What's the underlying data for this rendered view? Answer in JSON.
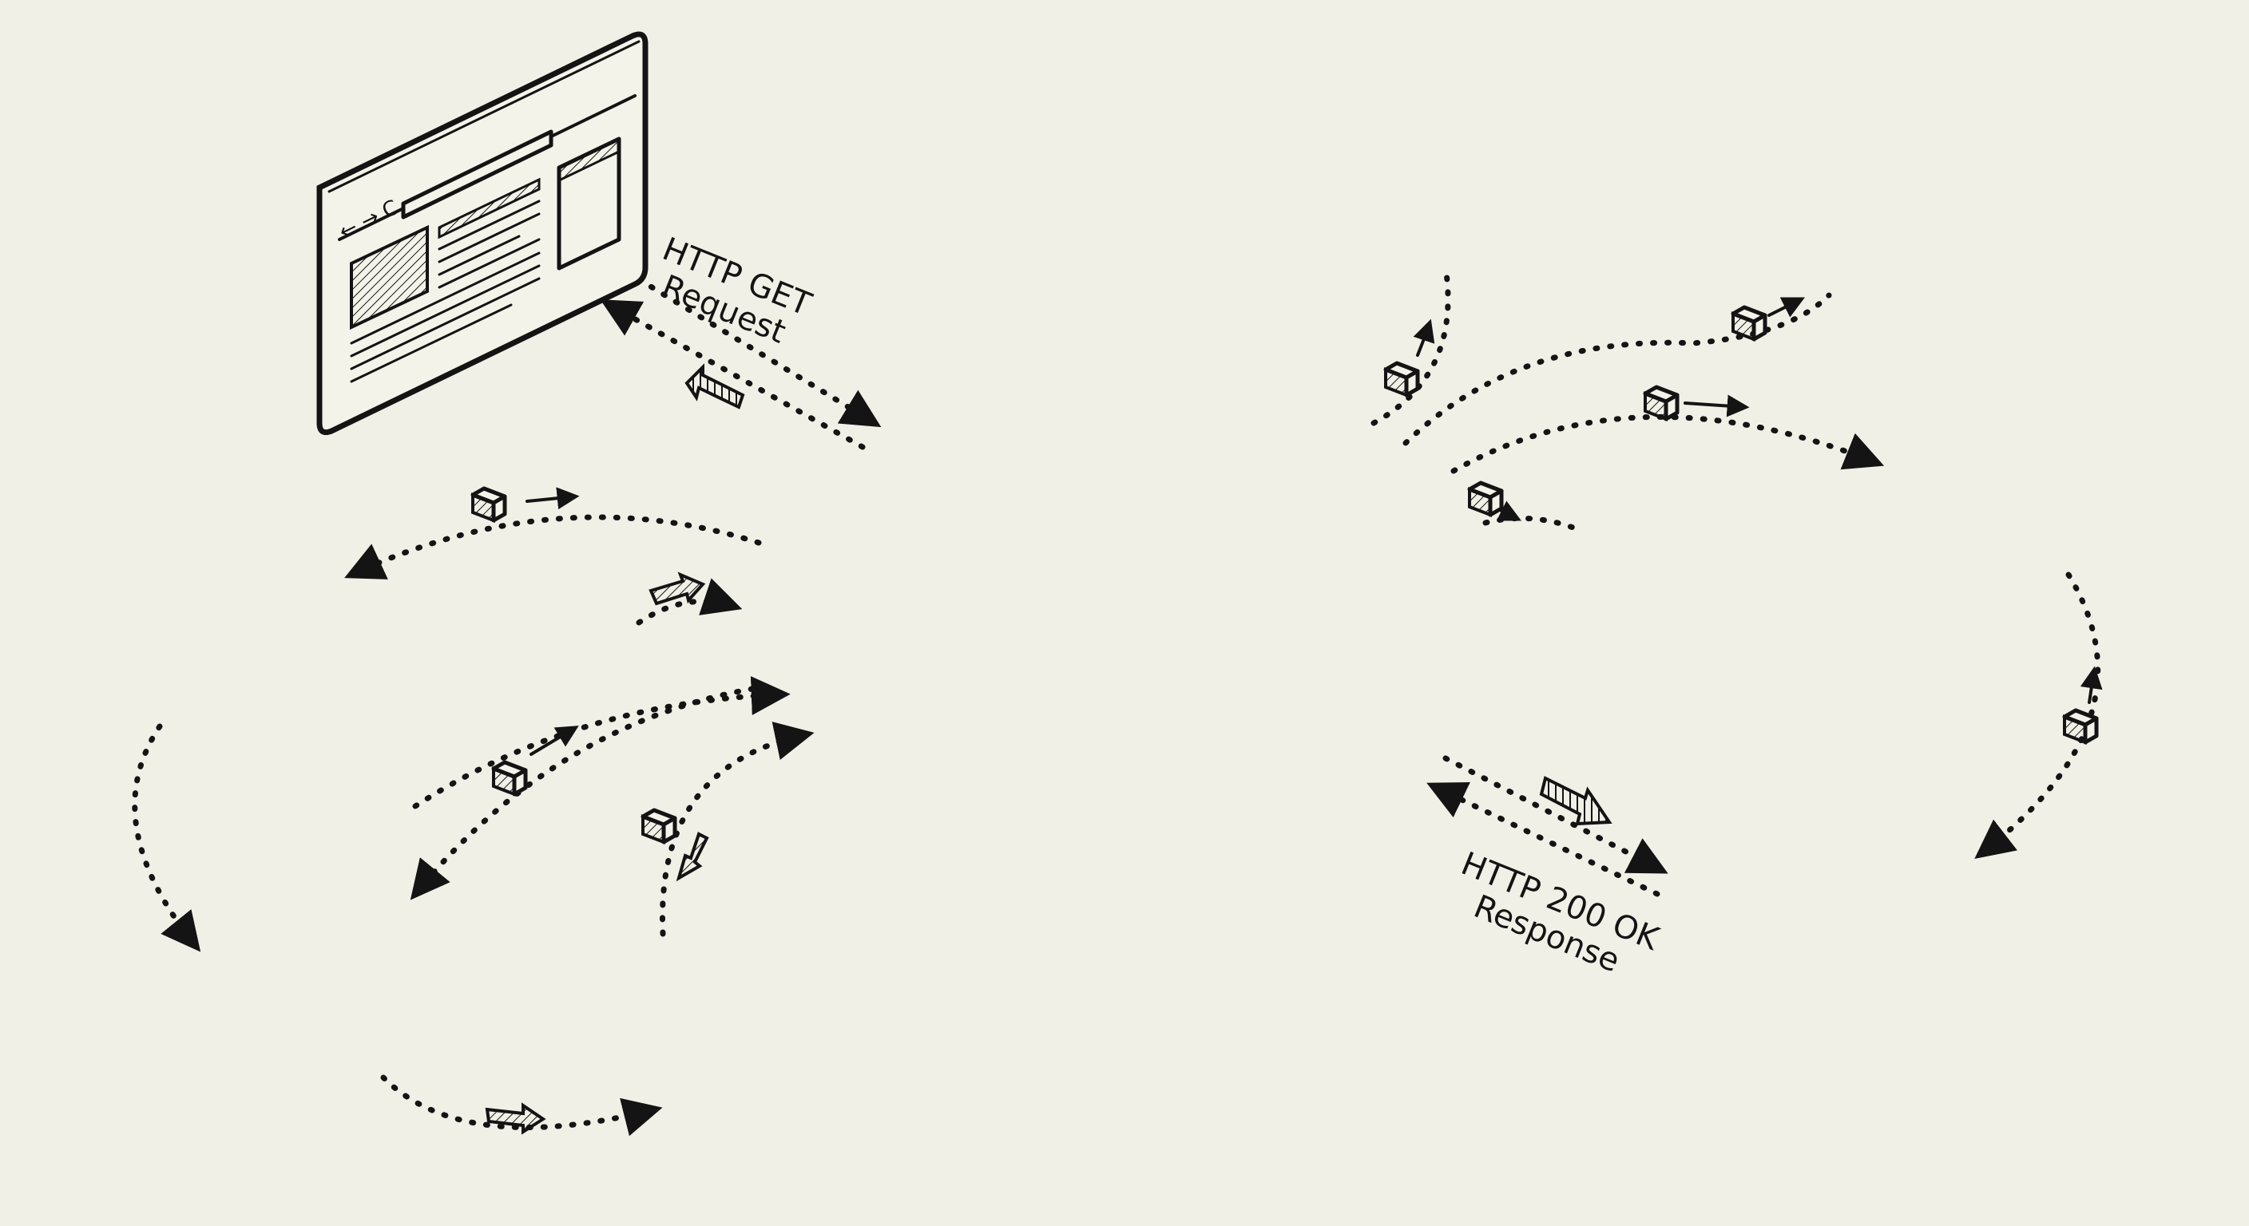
{
  "diagram": {
    "theme": {
      "background": "#f1f0e6",
      "ink": "#141414"
    },
    "labels": {
      "request": {
        "line1": "HTTP GET",
        "line2": "Request"
      },
      "response": {
        "line1": "HTTP 200 OK",
        "line2": "Response"
      }
    },
    "nodes": [
      {
        "id": "browser-window",
        "type": "client-browser",
        "icon": "browser-window-icon"
      },
      {
        "id": "globe-hub",
        "type": "internet-globe",
        "icon": "globe-icon"
      },
      {
        "id": "office-tower-left",
        "type": "building",
        "icon": "office-building-icon"
      },
      {
        "id": "server-cluster-left",
        "type": "server-cluster",
        "icon": "server-cluster-icon"
      },
      {
        "id": "warehouse-bottom-left",
        "type": "building",
        "icon": "warehouse-icon"
      },
      {
        "id": "rack-grid-bottom",
        "type": "server-cluster",
        "icon": "server-grid-icon"
      },
      {
        "id": "warehouse-top",
        "type": "building",
        "icon": "warehouse-icon"
      },
      {
        "id": "server-block-top",
        "type": "server",
        "icon": "server-icon"
      },
      {
        "id": "datacenter-top-right",
        "type": "datacenter",
        "icon": "datacenter-icon"
      },
      {
        "id": "server-cluster-right",
        "type": "server-cluster",
        "icon": "server-cluster-icon"
      },
      {
        "id": "rack-cluster-far-right",
        "type": "server-cluster",
        "icon": "server-cluster-icon"
      },
      {
        "id": "server-rack-large",
        "type": "server-rack",
        "icon": "server-rack-icon"
      }
    ],
    "connections": [
      {
        "from": "browser-window",
        "to": "globe-hub",
        "label_ref": "request",
        "style": "dotted"
      },
      {
        "from": "globe-hub",
        "to": "server-rack-large",
        "label_ref": "response",
        "style": "dotted"
      },
      {
        "from": "globe-hub",
        "to": "office-tower-left",
        "style": "dotted"
      },
      {
        "from": "server-cluster-left",
        "to": "globe-hub",
        "style": "dotted"
      },
      {
        "from": "office-tower-left",
        "to": "warehouse-bottom-left",
        "style": "dotted"
      },
      {
        "from": "warehouse-bottom-left",
        "to": "rack-grid-bottom",
        "style": "dotted"
      },
      {
        "from": "rack-grid-bottom",
        "to": "globe-hub",
        "style": "dotted"
      },
      {
        "from": "globe-hub",
        "to": "warehouse-top",
        "style": "dotted"
      },
      {
        "from": "globe-hub",
        "to": "datacenter-top-right",
        "style": "dotted"
      },
      {
        "from": "globe-hub",
        "to": "rack-cluster-far-right",
        "style": "dotted"
      },
      {
        "from": "globe-hub",
        "to": "server-cluster-right",
        "style": "dotted"
      },
      {
        "from": "rack-cluster-far-right",
        "to": "server-rack-large",
        "style": "dotted"
      }
    ]
  }
}
